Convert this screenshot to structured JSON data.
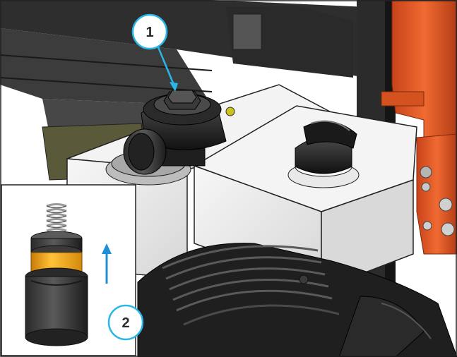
{
  "callouts": [
    {
      "id": "callout-1",
      "label": "1",
      "color": "#29b6e8"
    },
    {
      "id": "callout-2",
      "label": "2",
      "color": "#29b6e8"
    }
  ],
  "colors": {
    "frame_dark": "#3b3b3b",
    "tank_white": "#ececec",
    "hitch_orange": "#e0501e",
    "spring_sleeve": "#f0a51b",
    "accent_blue": "#1f8fd6"
  },
  "icons": {
    "direction": "arrow-up-icon",
    "callout_pointer": "arrow-pointer-icon"
  }
}
